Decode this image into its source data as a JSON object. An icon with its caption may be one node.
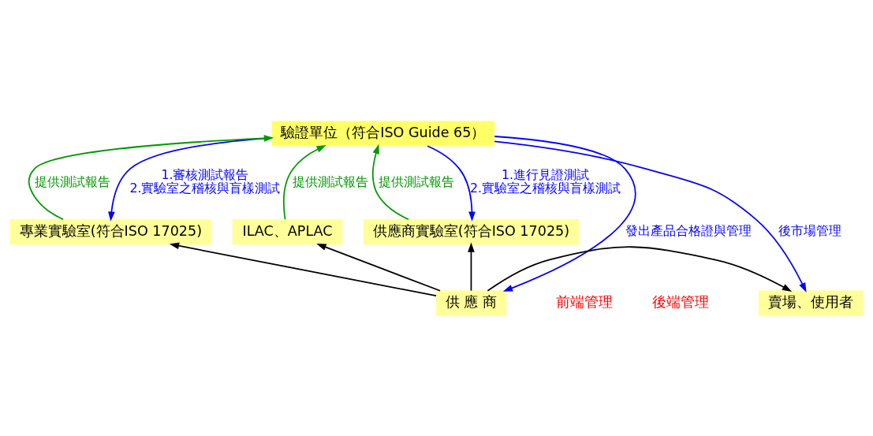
{
  "diagram": {
    "nodes": [
      {
        "text": [
          "驗證單位（符合ISO Guide 65）"
        ]
      },
      {
        "text": [
          "供應商實驗室(符合ISO 17025)"
        ]
      },
      {
        "text": [
          "專業實驗室(符合ISO 17025)"
        ]
      },
      {
        "text": [
          "ILAC、APLAC"
        ]
      },
      {
        "text": [
          "賣場、使用者"
        ]
      },
      {
        "text": [
          "供 應 商"
        ]
      }
    ],
    "edges": [
      {
        "from": 0,
        "to": 1,
        "arrow": "to",
        "label": "1.進行見證測試 2.實驗室之稽核與盲樣測試",
        "color": "#0000ff"
      },
      {
        "from": 1,
        "to": 0,
        "arrow": "to",
        "label": "提供測試報告",
        "color": "#009900"
      },
      {
        "from": 0,
        "to": 2,
        "arrow": "to",
        "label": "1.審核測試報告 2.實驗室之稽核與盲樣測試",
        "color": "#0000ff"
      },
      {
        "from": 2,
        "to": 0,
        "arrow": "to",
        "label": "提供測試報告",
        "color": "#009900"
      },
      {
        "from": 3,
        "to": 0,
        "arrow": "to",
        "label": "提供測試報告",
        "color": "#009900"
      },
      {
        "from": 5,
        "to": 1,
        "arrow": "to",
        "color": "#000000"
      },
      {
        "from": 5,
        "to": 2,
        "arrow": "to",
        "color": "#000000"
      },
      {
        "from": 5,
        "to": 3,
        "arrow": "to",
        "color": "#000000"
      },
      {
        "from": 5,
        "to": 4,
        "arrow": "to",
        "color": "#000000"
      },
      {
        "from": 0,
        "to": 4,
        "arrow": "to",
        "label": "後市場管理",
        "color": "#0000ff"
      },
      {
        "from": 0,
        "to": 5,
        "arrow": "to",
        "label": "發出產品合格證與管理",
        "color": "#0000ff"
      }
    ],
    "labels": [
      "後端管理",
      "前端管理"
    ]
  }
}
